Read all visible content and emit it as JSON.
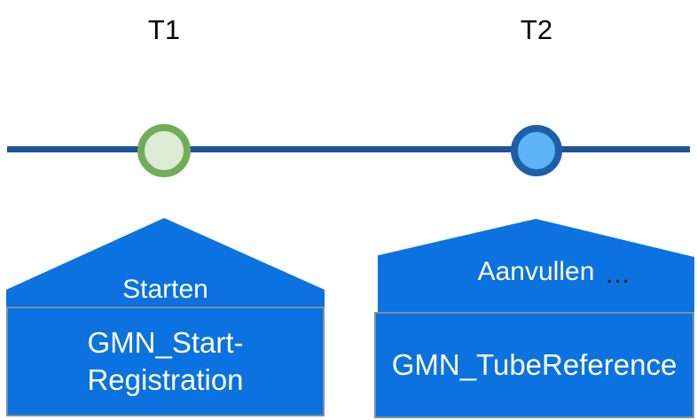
{
  "diagram": {
    "type": "timeline",
    "title": "",
    "background_color": "#FFFFFF",
    "axis": {
      "name": "timeline-axis",
      "color": "#1F5496"
    },
    "time_points": [
      {
        "id": "T1",
        "label": "T1",
        "marker_icon": "green-circle-marker",
        "marker_ring_color": "#70AD57",
        "marker_fill_color": "#DCEBD5",
        "event_label": "Starten",
        "event_suffix": "",
        "object_label": "GMN_Start-Registration",
        "shape_color": "#0B72E0",
        "box_border_color": "#7D8FA8",
        "text_color": "#FFFFFF"
      },
      {
        "id": "T2",
        "label": "T2",
        "marker_icon": "blue-circle-marker",
        "marker_ring_color": "#1F5FA8",
        "marker_fill_color": "#5CB3F5",
        "event_label": "Aanvullen",
        "event_suffix": "...",
        "object_label": "GMN_TubeReference",
        "shape_color": "#0B72E0",
        "box_border_color": "#7D8FA8",
        "text_color": "#FFFFFF"
      }
    ]
  }
}
